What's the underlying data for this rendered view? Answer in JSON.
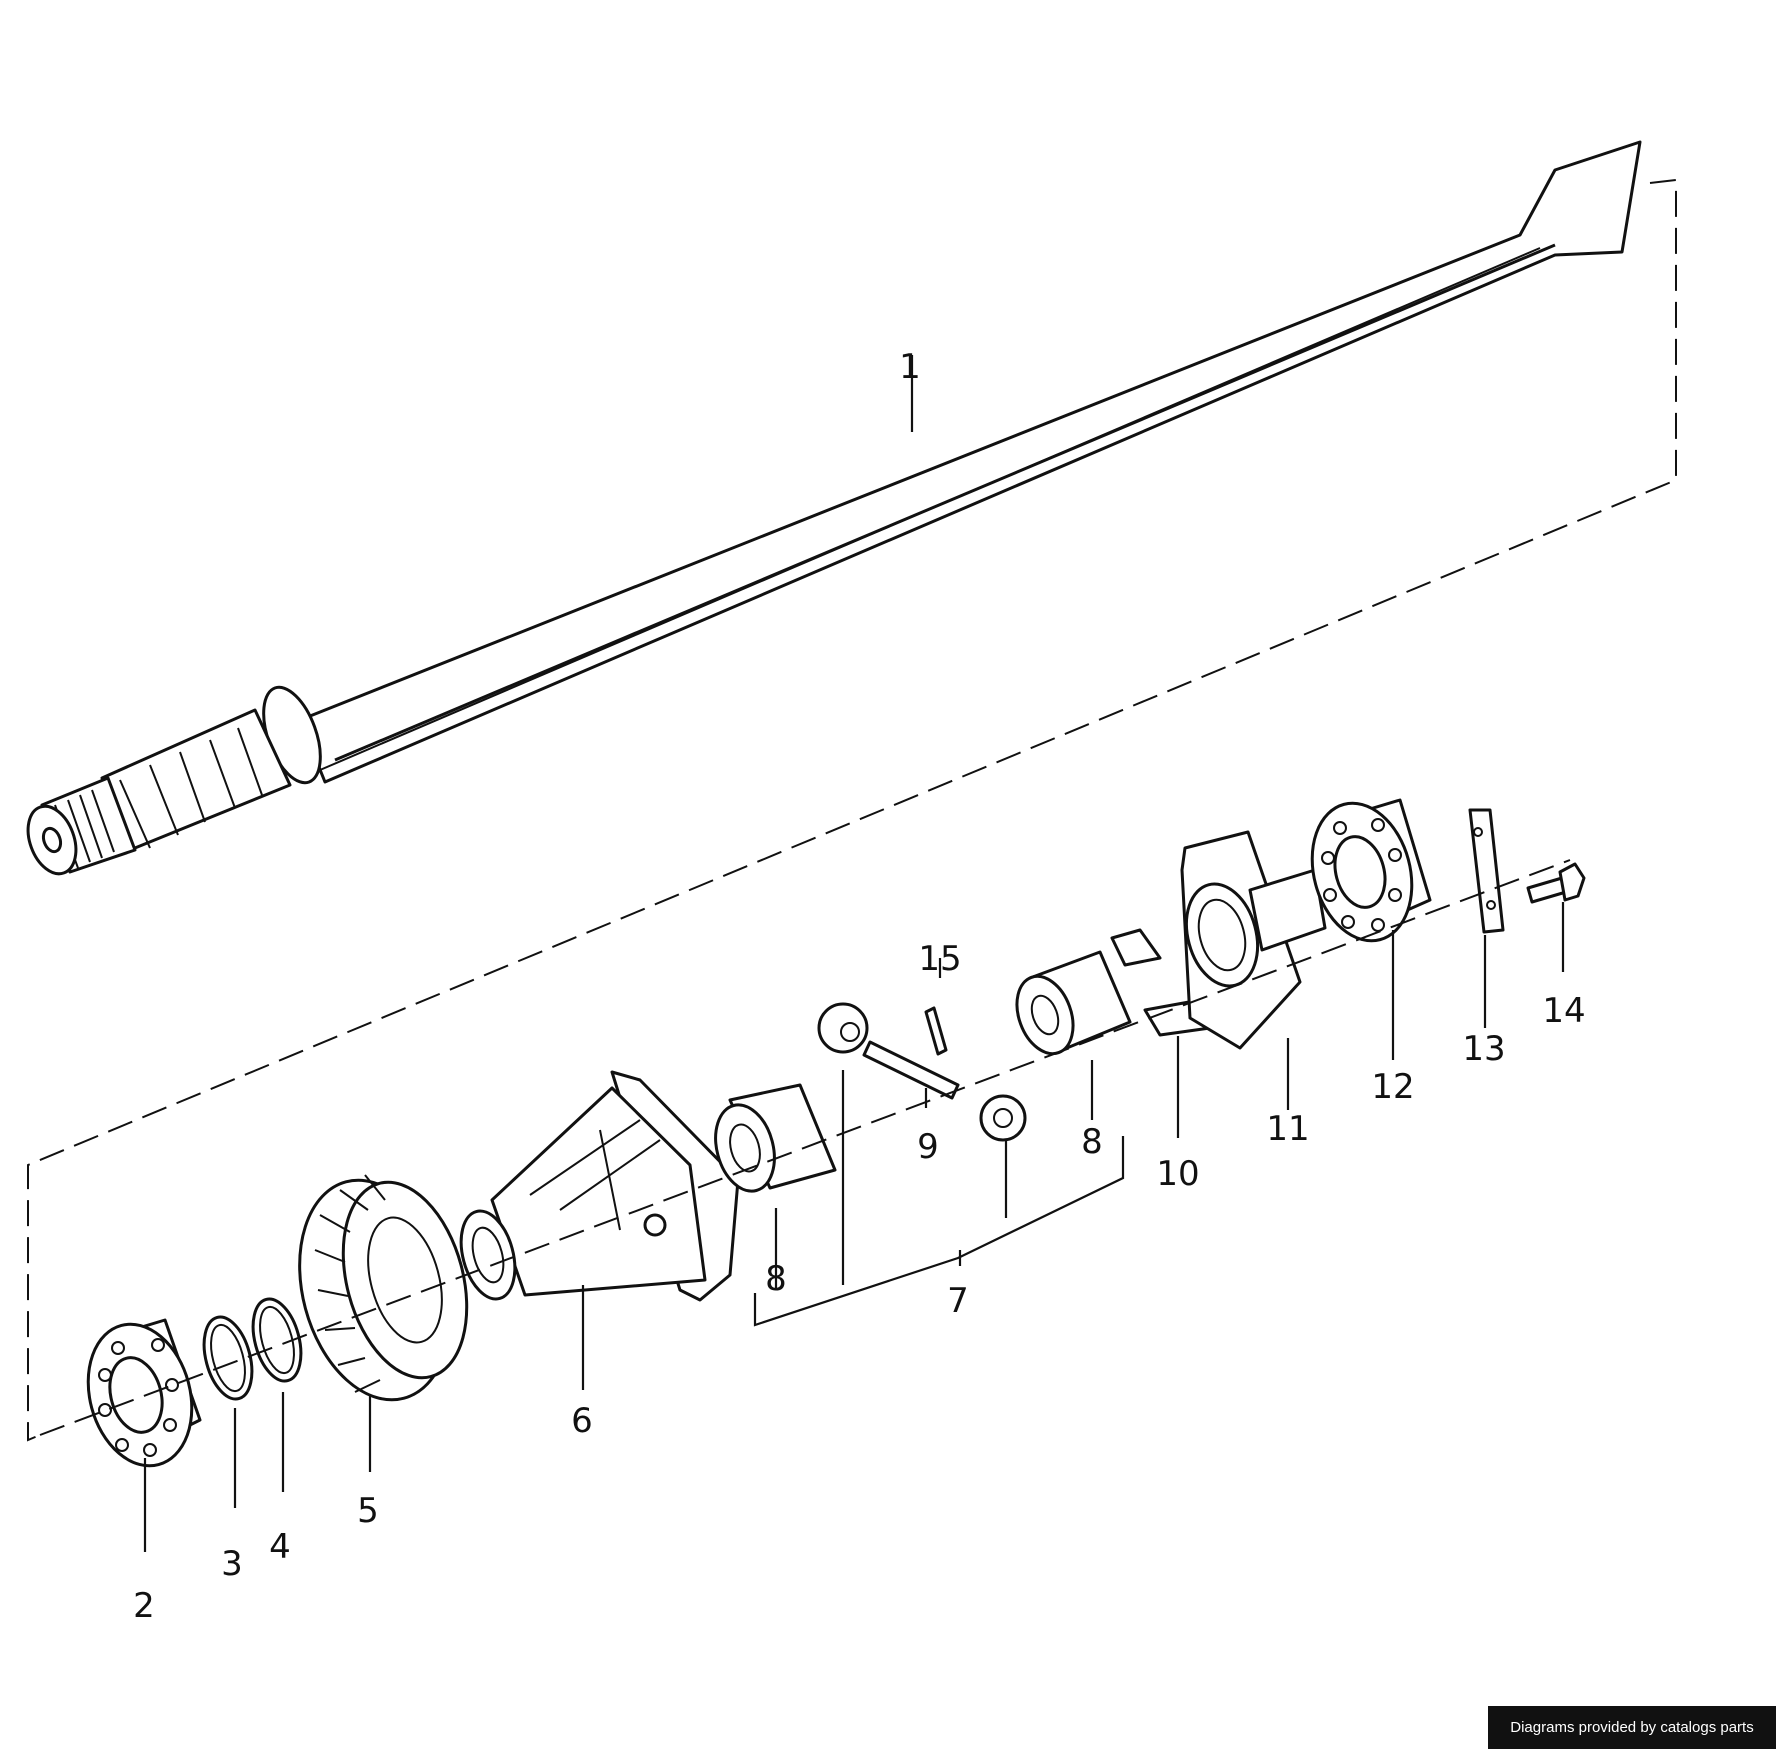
{
  "callouts": {
    "p1": "1",
    "p2": "2",
    "p3": "3",
    "p4": "4",
    "p5": "5",
    "p6": "6",
    "p7": "7",
    "p8a": "8",
    "p8b": "8",
    "p9": "9",
    "p10": "10",
    "p11": "11",
    "p12": "12",
    "p13": "13",
    "p14": "14",
    "p15": "15"
  },
  "credit": "Diagrams provided by catalogs parts"
}
